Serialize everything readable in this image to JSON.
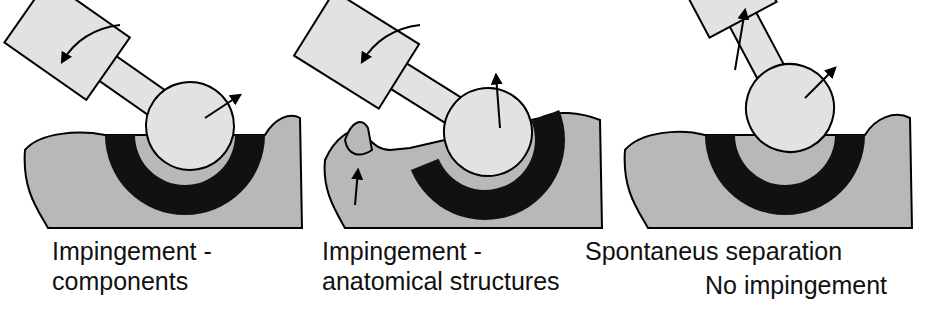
{
  "diagram": {
    "labels": [
      "Impingement - components",
      "Impingement - anatomical structures",
      "Spontaneus separation",
      "No impingement"
    ]
  }
}
